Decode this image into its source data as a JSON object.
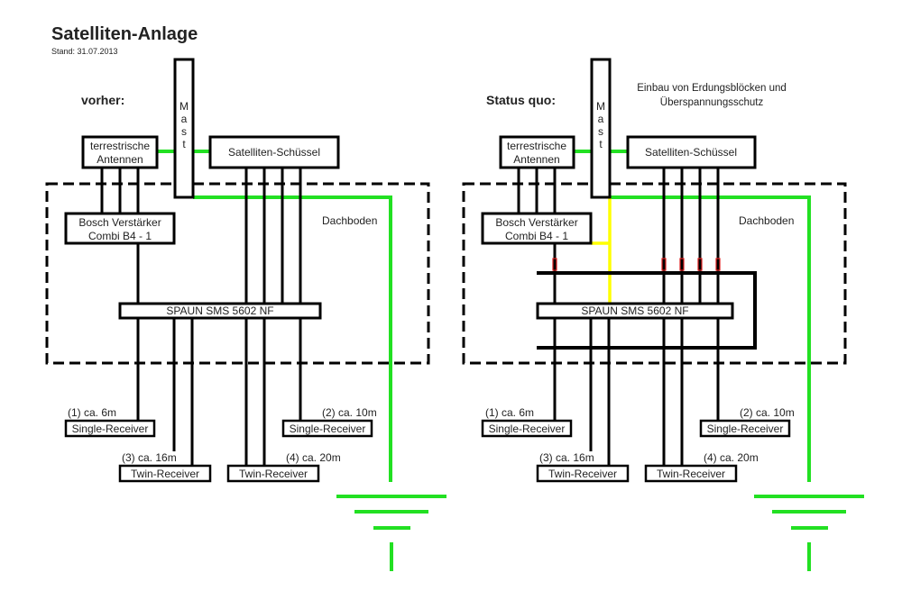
{
  "header": {
    "title": "Satelliten-Anlage",
    "subtitle": "Stand: 31.07.2013"
  },
  "colors": {
    "ground": "#22e022",
    "bonding": "#ffff00",
    "surge_marker": "#e02020",
    "wire": "#000000"
  },
  "panels": [
    {
      "id": "before",
      "heading": "vorher:",
      "note": [
        "",
        ""
      ],
      "mast_letters": [
        "M",
        "a",
        "s",
        "t"
      ],
      "terrestrial": [
        "terrestrische",
        "Antennen"
      ],
      "satellite_dish": "Satelliten-Schüssel",
      "amplifier": [
        "Bosch Verstärker",
        "Combi B4 - 1"
      ],
      "multiswitch": "SPAUN SMS 5602 NF",
      "zone_label": "Dachboden",
      "receivers": [
        {
          "cable": "(1) ca. 6m",
          "label": "Single-Receiver"
        },
        {
          "cable": "(2) ca. 10m",
          "label": "Single-Receiver"
        },
        {
          "cable": "(3) ca. 16m",
          "label": "Twin-Receiver"
        },
        {
          "cable": "(4) ca. 20m",
          "label": "Twin-Receiver"
        }
      ],
      "has_grounding_blocks": false
    },
    {
      "id": "after",
      "heading": "Status quo:",
      "note": [
        "Einbau von Erdungsblöcken und",
        "Überspannungsschutz"
      ],
      "mast_letters": [
        "M",
        "a",
        "s",
        "t"
      ],
      "terrestrial": [
        "terrestrische",
        "Antennen"
      ],
      "satellite_dish": "Satelliten-Schüssel",
      "amplifier": [
        "Bosch Verstärker",
        "Combi B4 - 1"
      ],
      "multiswitch": "SPAUN SMS 5602 NF",
      "zone_label": "Dachboden",
      "receivers": [
        {
          "cable": "(1) ca. 6m",
          "label": "Single-Receiver"
        },
        {
          "cable": "(2) ca. 10m",
          "label": "Single-Receiver"
        },
        {
          "cable": "(3) ca. 16m",
          "label": "Twin-Receiver"
        },
        {
          "cable": "(4) ca. 20m",
          "label": "Twin-Receiver"
        }
      ],
      "has_grounding_blocks": true
    }
  ]
}
